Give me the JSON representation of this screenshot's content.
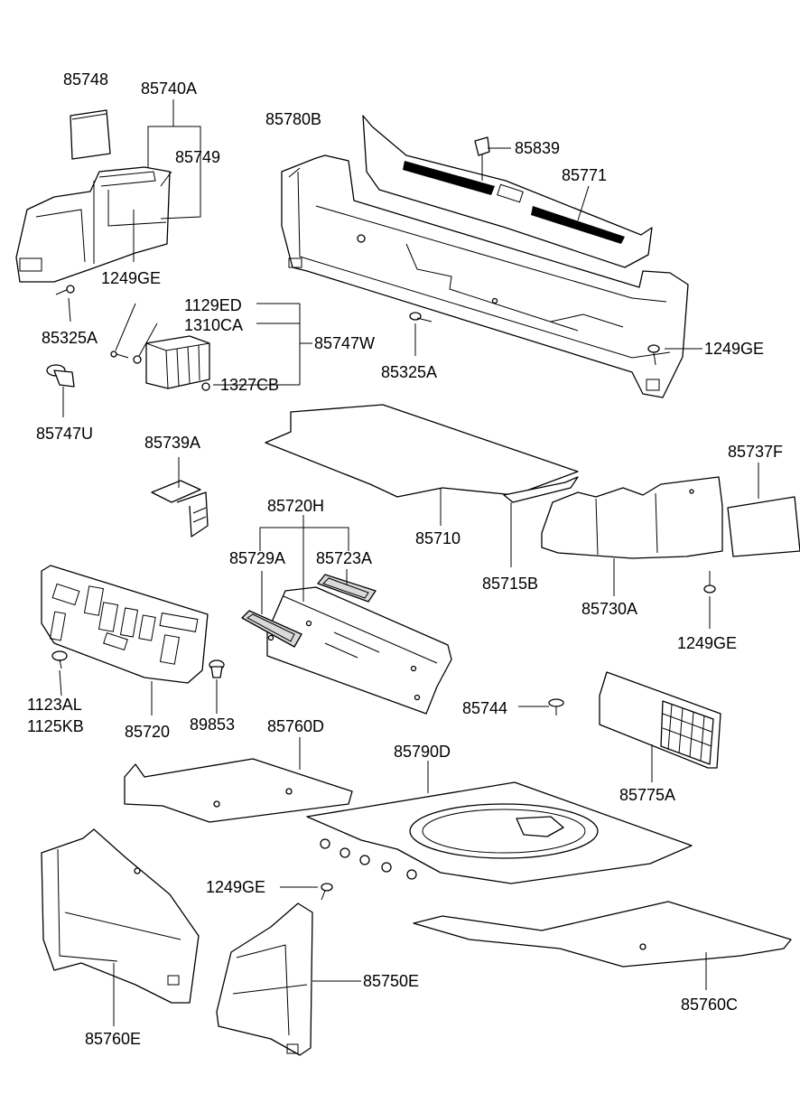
{
  "labels": {
    "p85748": "85748",
    "p85740A": "85740A",
    "p85749": "85749",
    "p85780B": "85780B",
    "p85839": "85839",
    "p85771": "85771",
    "p1249GE_a": "1249GE",
    "p85325A_a": "85325A",
    "p1129ED": "1129ED",
    "p1310CA": "1310CA",
    "p85747W": "85747W",
    "p1327CB": "1327CB",
    "p85325A_b": "85325A",
    "p1249GE_b": "1249GE",
    "p85747U": "85747U",
    "p85739A": "85739A",
    "p85737F": "85737F",
    "p85720H": "85720H",
    "p85710": "85710",
    "p85729A": "85729A",
    "p85723A": "85723A",
    "p85715B": "85715B",
    "p85730A": "85730A",
    "p1249GE_c": "1249GE",
    "p1123AL": "1123AL",
    "p1125KB": "1125KB",
    "p85720": "85720",
    "p89853": "89853",
    "p85744": "85744",
    "p85760D": "85760D",
    "p85790D": "85790D",
    "p85775A": "85775A",
    "p1249GE_d": "1249GE",
    "p85750E": "85750E",
    "p85760E": "85760E",
    "p85760C": "85760C"
  }
}
